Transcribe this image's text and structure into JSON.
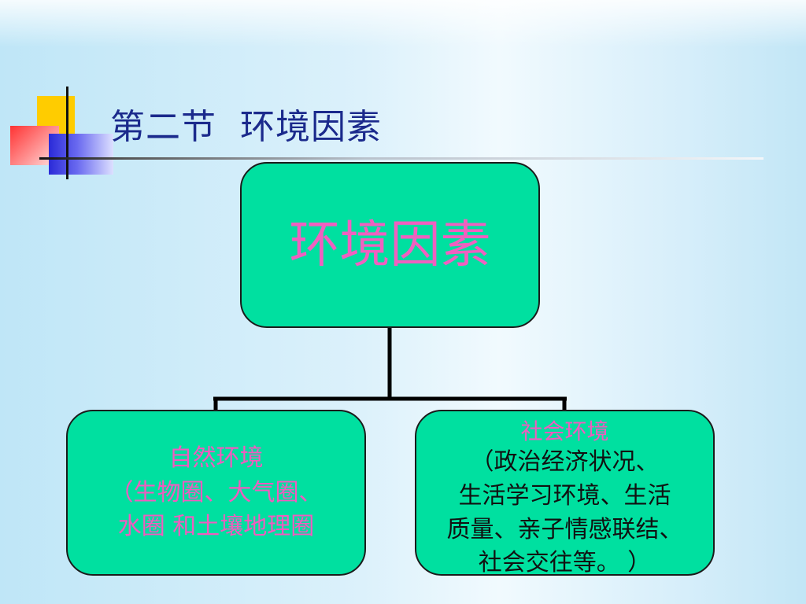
{
  "slide": {
    "title": "第二节  环境因素"
  },
  "diagram": {
    "root": {
      "label": "环境因素"
    },
    "children": [
      {
        "title": "自然环境",
        "lines": [
          "（生物圈、大气圈、",
          "水圈 和土壤地理圈"
        ]
      },
      {
        "title": "社会环境",
        "lines": [
          "（政治经济状况、",
          "生活学习环境、生活",
          "质量、亲子情感联结、",
          "社会交往等。 ）"
        ]
      }
    ]
  },
  "colors": {
    "node_fill": "#00e0a0",
    "accent_text": "#f060c0",
    "title_text": "#1b2a8c"
  }
}
